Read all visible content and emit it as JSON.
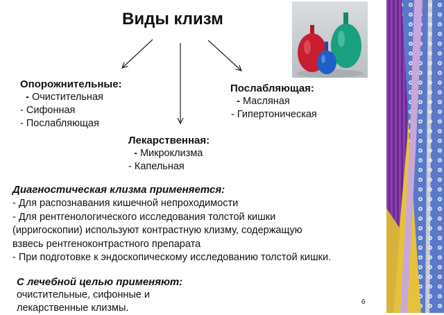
{
  "title": "Виды клизм",
  "categories": {
    "emptying": {
      "label": "Опорожнительные:",
      "items": [
        {
          "dash": "-",
          "text": "Очистительная"
        },
        {
          "dash": "-",
          "text": "Сифонная"
        },
        {
          "dash": "-",
          "text": "Послабляющая"
        }
      ]
    },
    "laxative": {
      "label": "Послабляющая:",
      "items": [
        {
          "dash": "-",
          "text": "Масляная"
        },
        {
          "dash": "-",
          "text": "Гипертоническая"
        }
      ]
    },
    "medicinal": {
      "label": "Лекарственная:",
      "items": [
        {
          "dash": "-",
          "text": "Микроклизма"
        },
        {
          "dash": "-",
          "text": "Капельная"
        }
      ]
    }
  },
  "diagnostic": {
    "heading": "Диагностическая клизма применяется:",
    "lines": [
      "- Для распознавания кишечной непроходимости",
      "- Для рентгенологического исследования толстой кишки",
      "(ирригоскопии) используют контрастную клизму, содержащую",
      "взвесь рентгеноконтрастного препарата",
      "- При подготовке к эндоскопическому исследованию толстой кишки."
    ]
  },
  "treatment": {
    "heading": "С лечебной целью применяют:",
    "lines": [
      "очистительные, сифонные и",
      "лекарственные клизмы."
    ]
  },
  "page_number": "6",
  "colors": {
    "bulb_red": "#c81e32",
    "bulb_blue": "#1e5fc8",
    "bulb_green": "#1aa07e",
    "deco_blue": "#5b79c9",
    "deco_purple": "#6b2a8f",
    "deco_yellow": "#e6c23c"
  }
}
